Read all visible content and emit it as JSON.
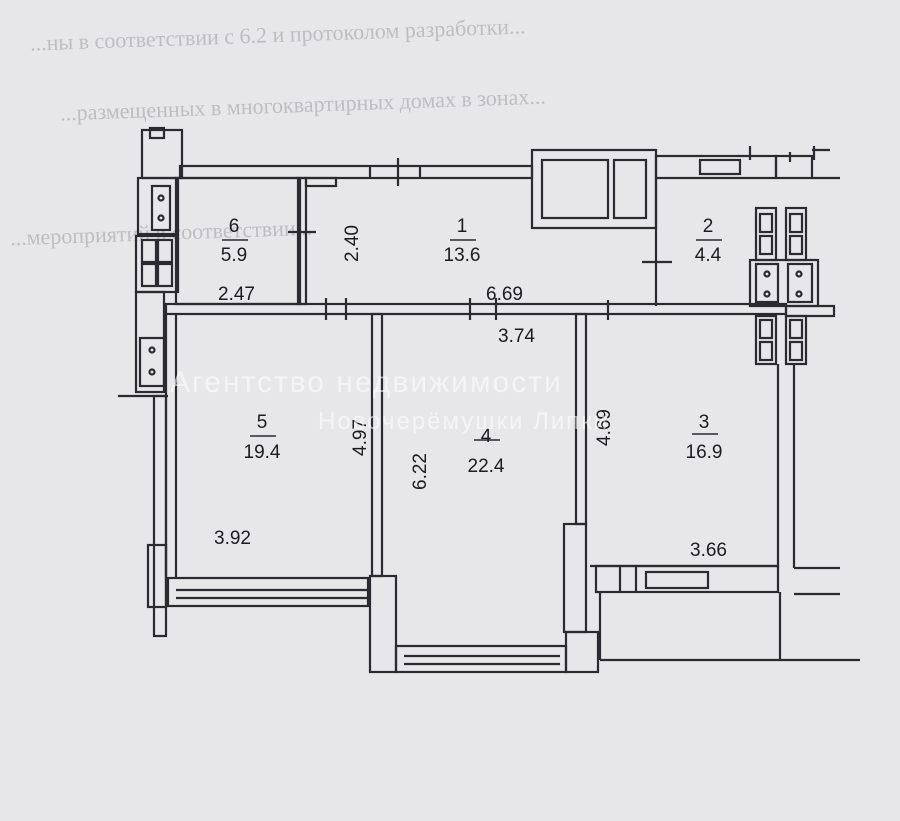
{
  "header_text": [
    "...ны в соответствии с 6.2 и протоколом разработки...",
    "...размещенных в многоквартирных домах в зонах...",
    "...мероприятий в соответствии..."
  ],
  "rooms": [
    {
      "number": "1",
      "area": "13.6"
    },
    {
      "number": "2",
      "area": "4.4"
    },
    {
      "number": "3",
      "area": "16.9"
    },
    {
      "number": "4",
      "area": "22.4"
    },
    {
      "number": "5",
      "area": "19.4"
    },
    {
      "number": "6",
      "area": "5.9"
    }
  ],
  "dimensions": {
    "d_2_40": "2.40",
    "d_2_47": "2.47",
    "d_6_69": "6.69",
    "d_3_74": "3.74",
    "d_4_97": "4.97",
    "d_6_22": "6.22",
    "d_4_69": "4.69",
    "d_3_92": "3.92",
    "d_3_66": "3.66"
  },
  "watermark": {
    "line1": "Агентство недвижимости",
    "line2": "Новочерёмушки Липки"
  },
  "colors": {
    "background": "#e7e7e9",
    "wall": "#2a2a30"
  }
}
